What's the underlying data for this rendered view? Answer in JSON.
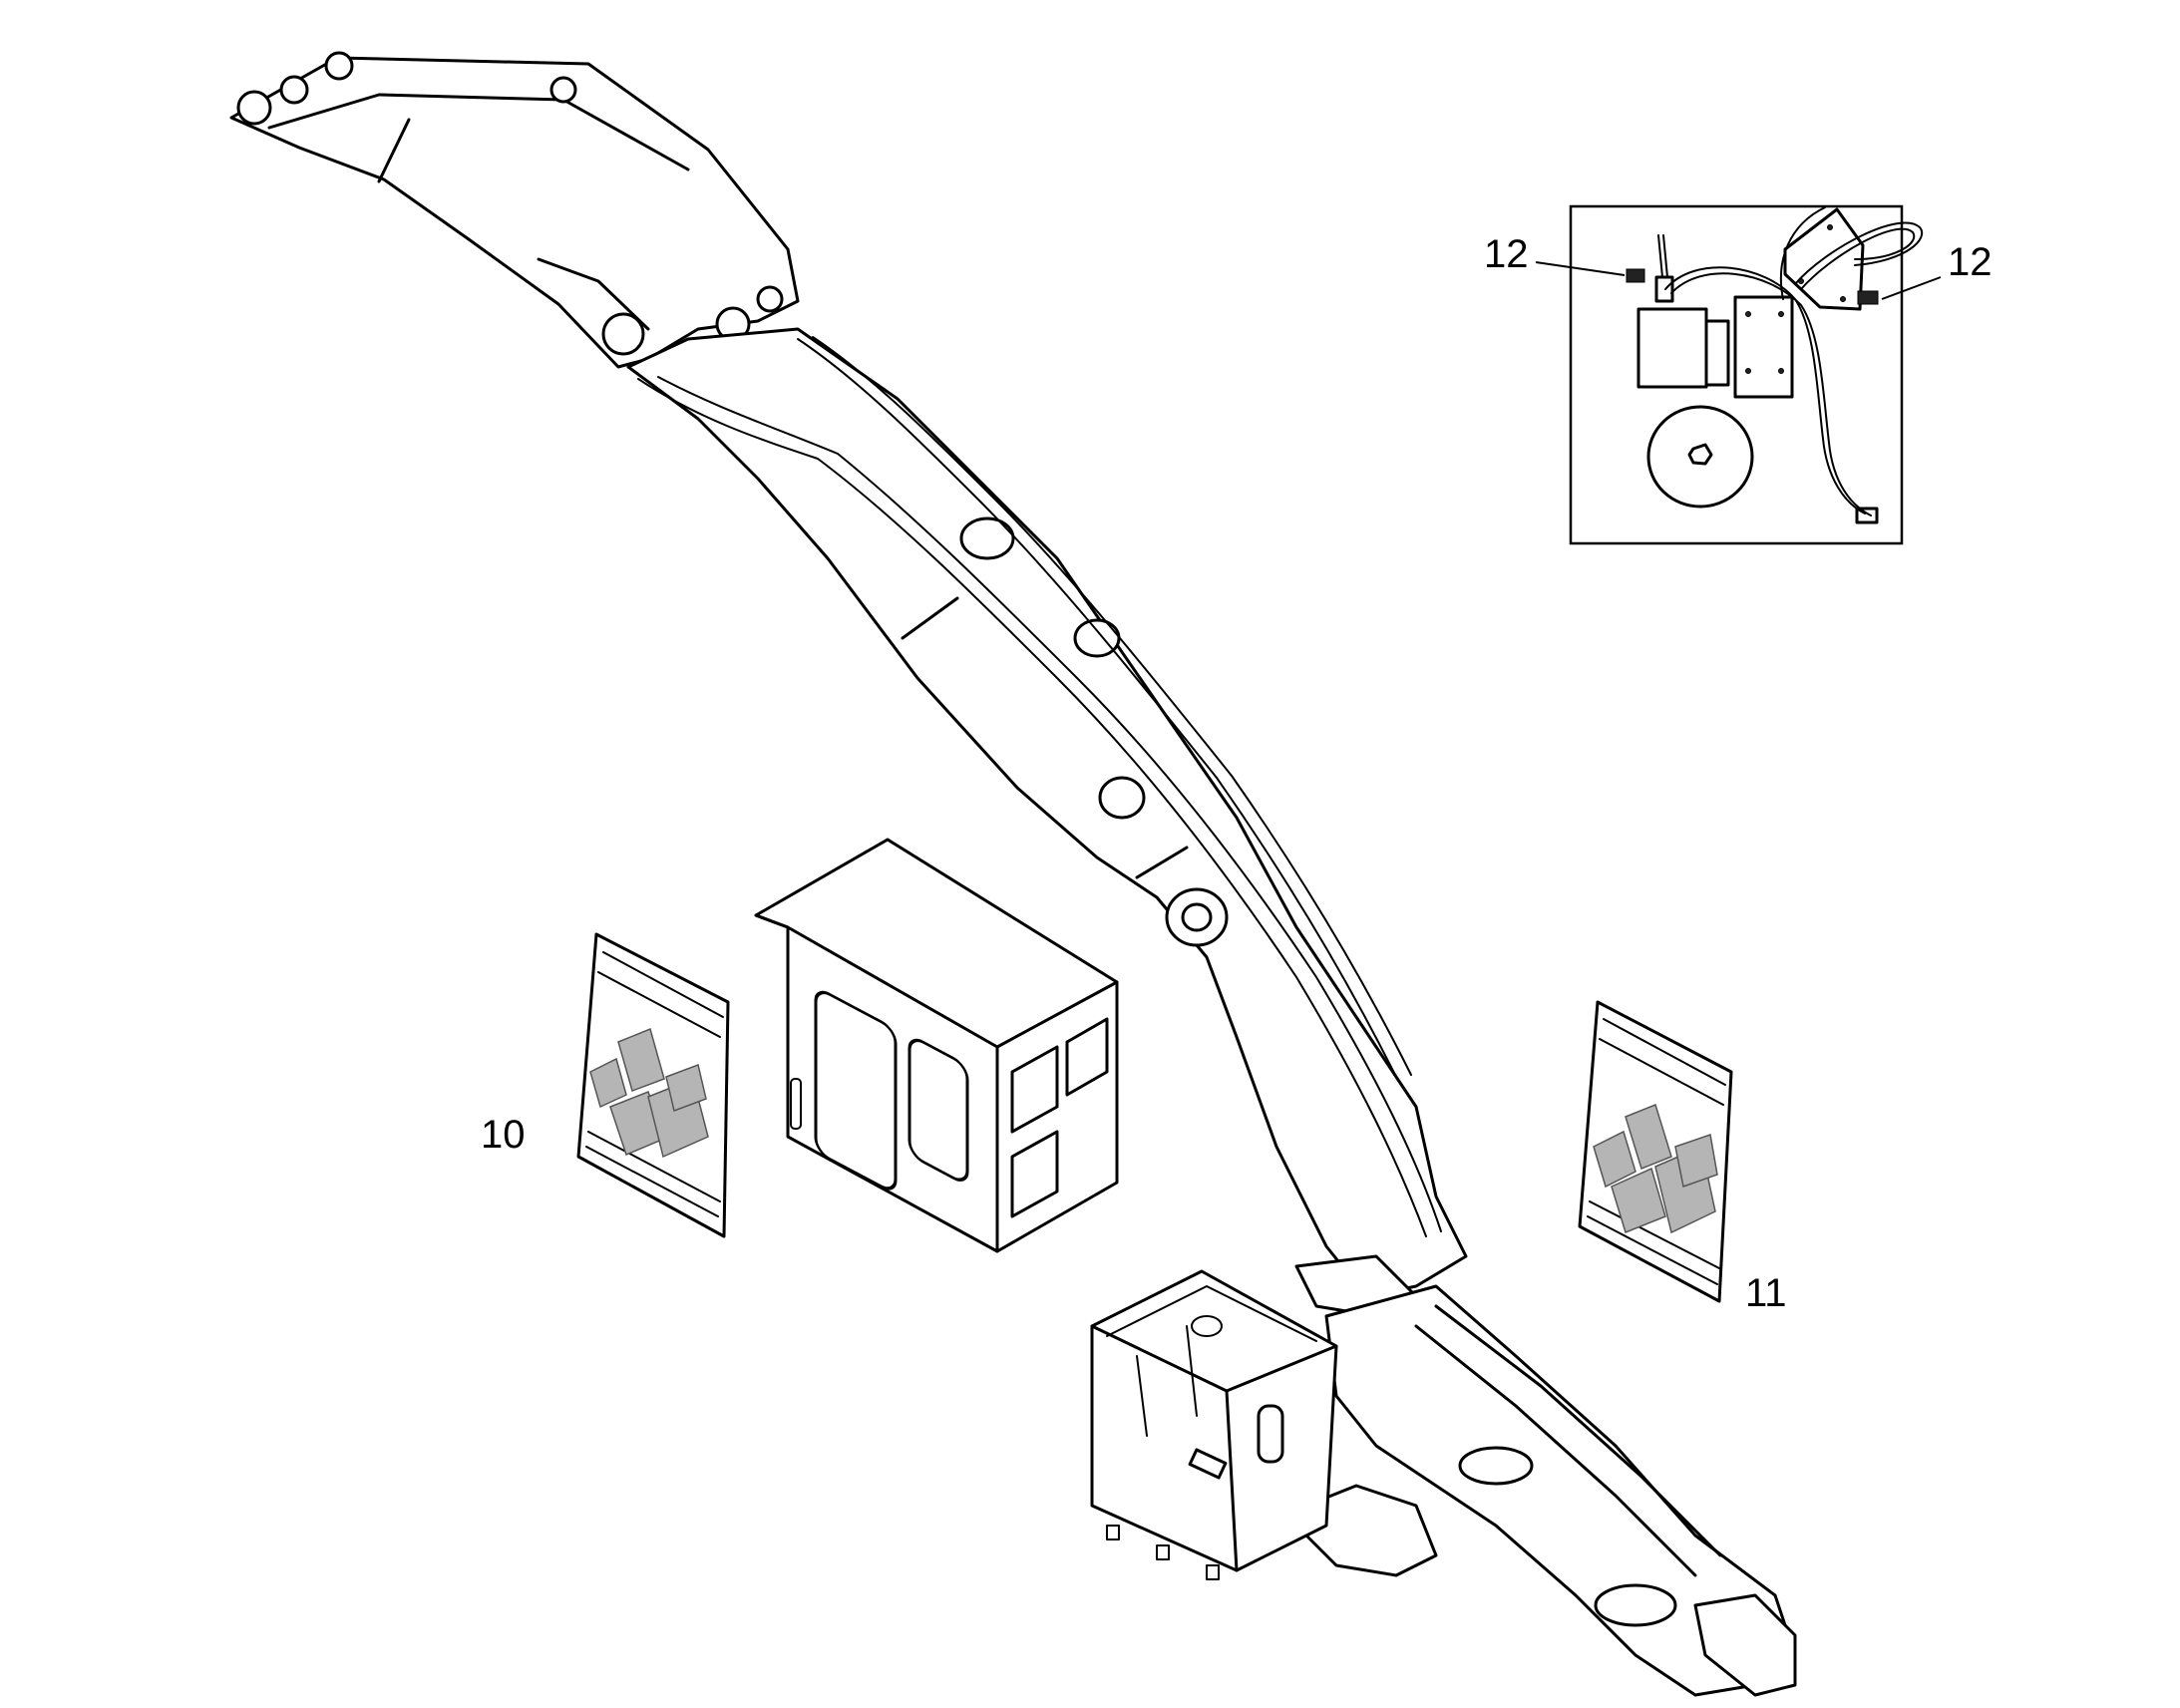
{
  "callouts": {
    "part_10": "10",
    "part_11": "11",
    "part_12_left": "12",
    "part_12_right": "12"
  }
}
